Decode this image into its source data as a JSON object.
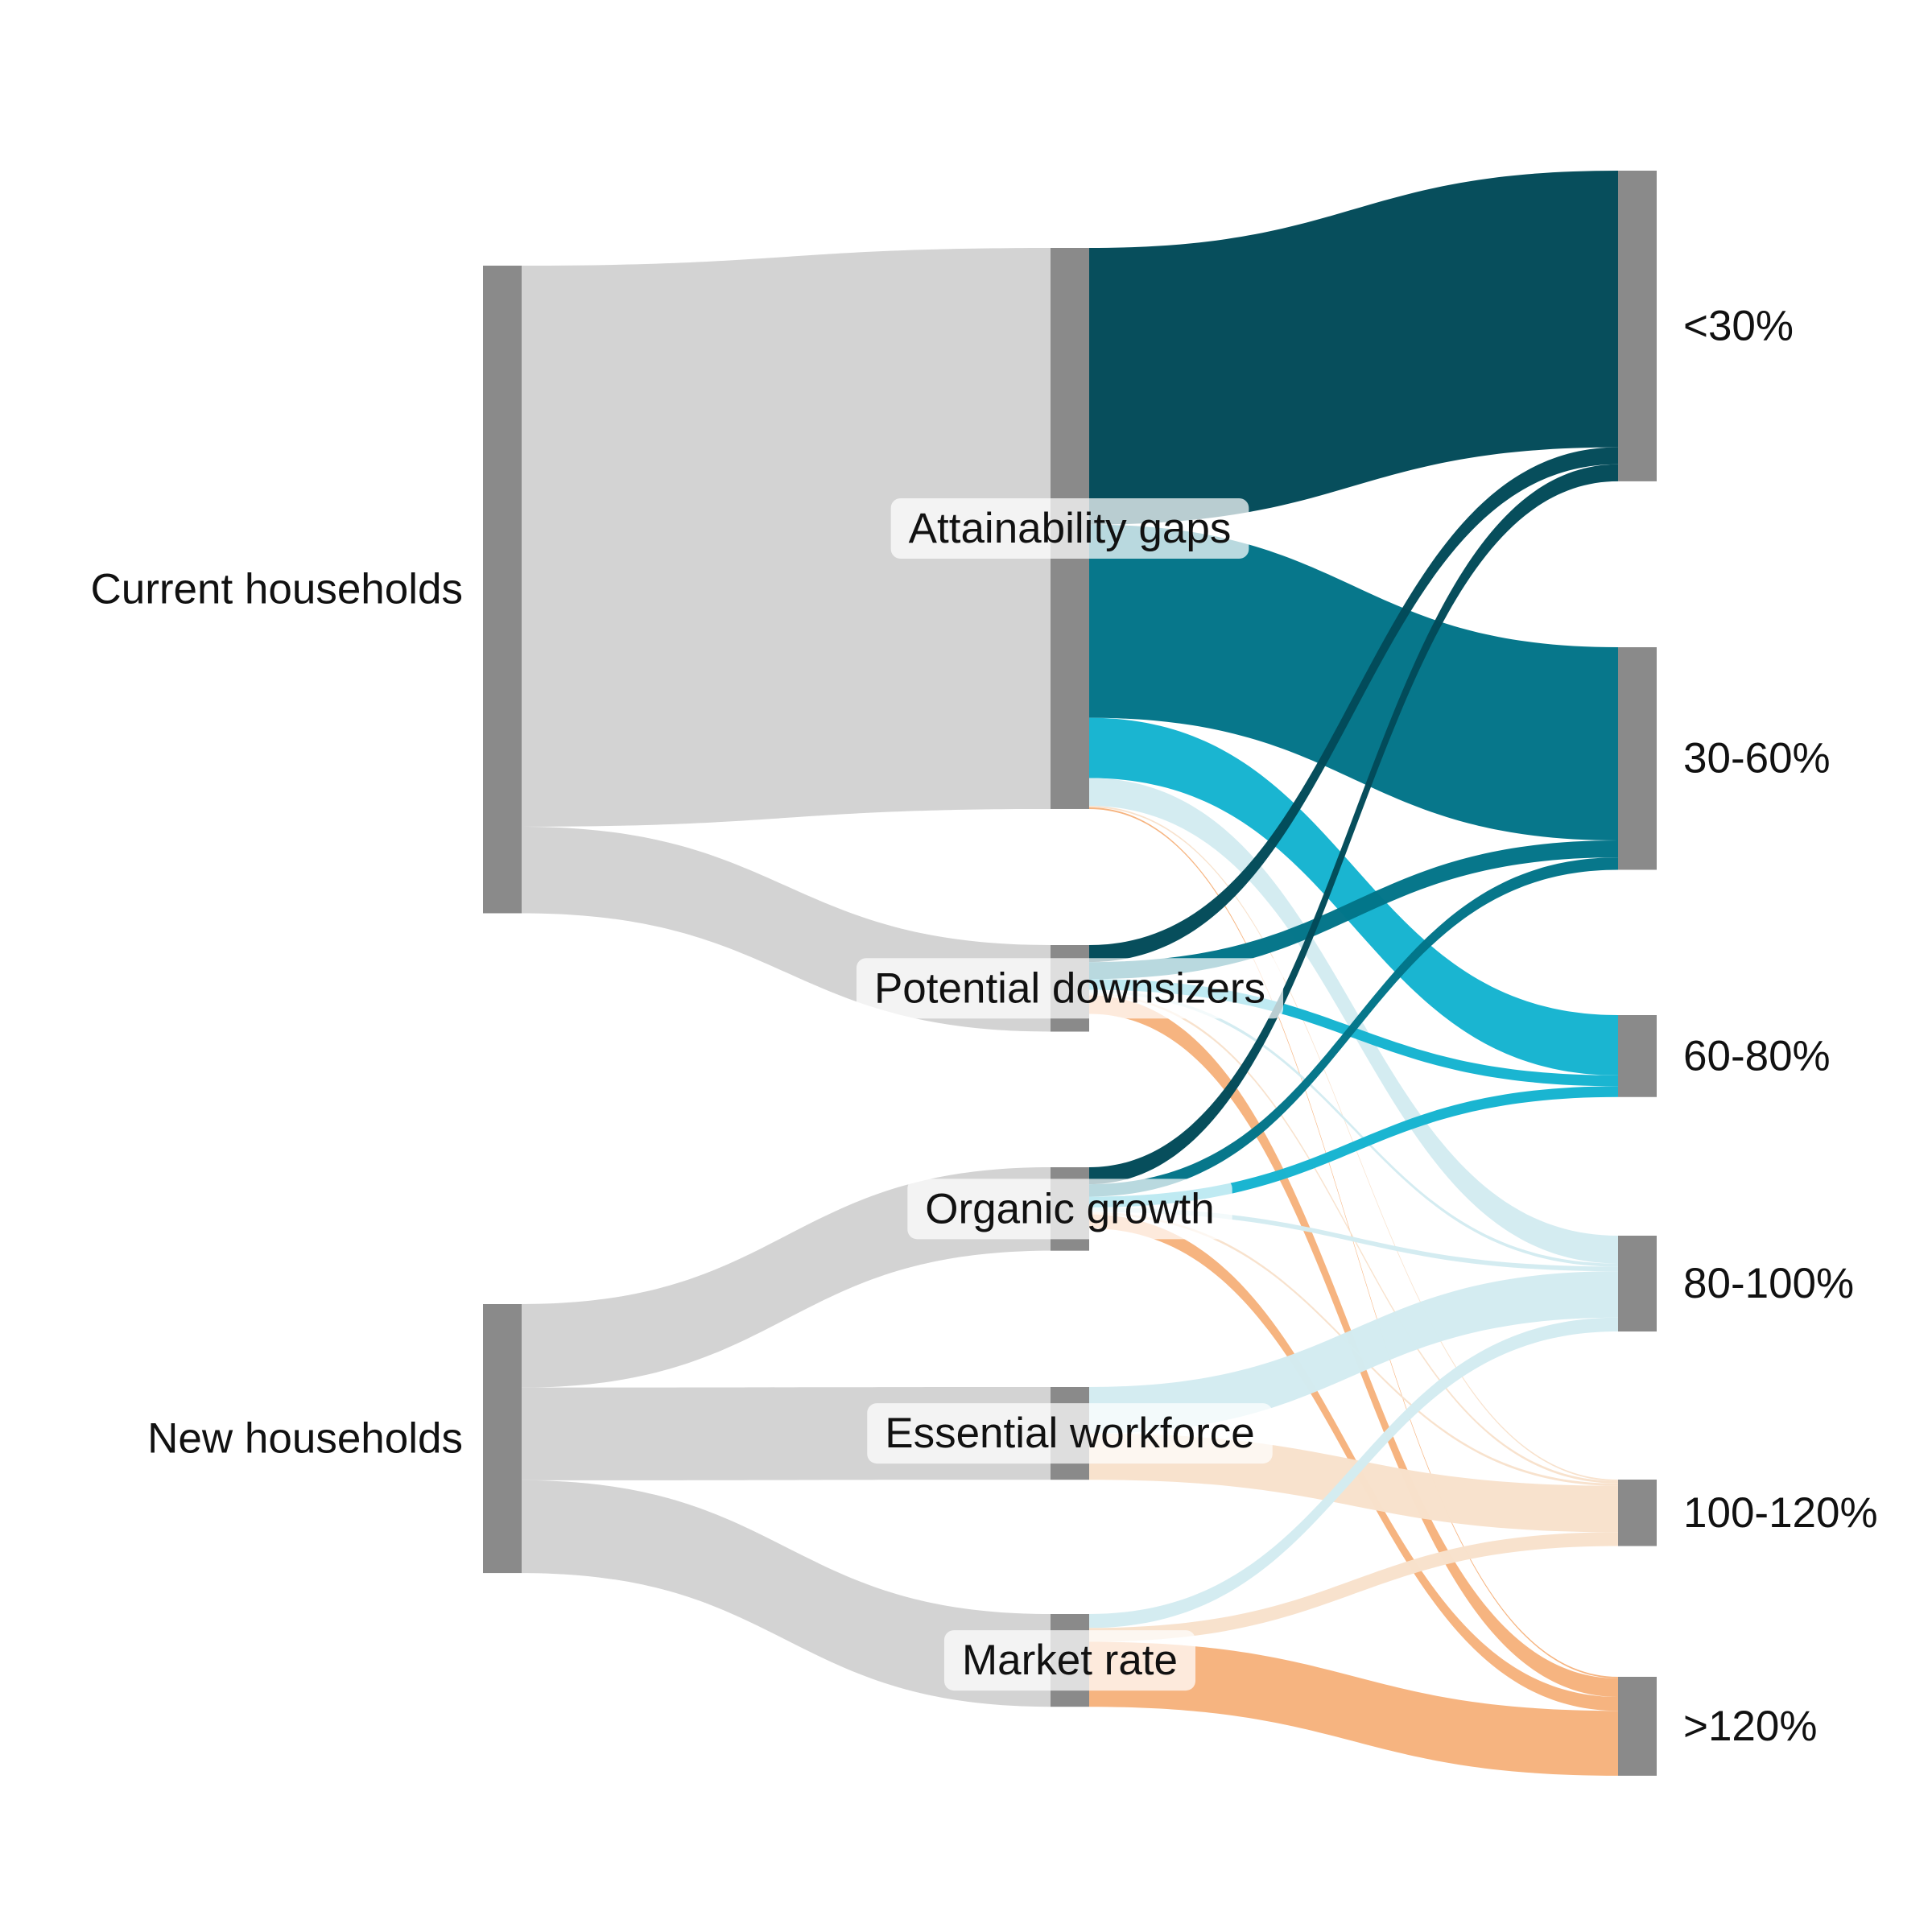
{
  "nodes": {
    "current": "Current households",
    "new": "New households",
    "attain": "Attainability gaps",
    "down": "Potential downsizers",
    "organic": "Organic growth",
    "essential": "Essential workforce",
    "market": "Market rate",
    "lt30": "<30%",
    "p30_60": "30-60%",
    "p60_80": "60-80%",
    "p80_100": "80-100%",
    "p100_120": "100-120%",
    "gt120": ">120%"
  },
  "colors": {
    "node": "#8a8a8a",
    "source_link": "#d3d3d3",
    "lt30": "#024a59",
    "p30_60": "#027489",
    "p60_80": "#15b4d0",
    "p80_100": "#d3ecf1",
    "p100_120": "#f8e1cc",
    "gt120": "#f6b37d"
  },
  "flows": [
    {
      "source": "current",
      "target": "attain",
      "value": 726
    },
    {
      "source": "current",
      "target": "down",
      "value": 112
    },
    {
      "source": "new",
      "target": "organic",
      "value": 108
    },
    {
      "source": "new",
      "target": "essential",
      "value": 120
    },
    {
      "source": "new",
      "target": "market",
      "value": 120
    },
    {
      "source": "attain",
      "target": "lt30",
      "value": 358
    },
    {
      "source": "attain",
      "target": "p30_60",
      "value": 250
    },
    {
      "source": "attain",
      "target": "p60_80",
      "value": 78
    },
    {
      "source": "attain",
      "target": "p80_100",
      "value": 36
    },
    {
      "source": "attain",
      "target": "p100_120",
      "value": 2
    },
    {
      "source": "attain",
      "target": "gt120",
      "value": 2
    },
    {
      "source": "down",
      "target": "lt30",
      "value": 22
    },
    {
      "source": "down",
      "target": "p30_60",
      "value": 22
    },
    {
      "source": "down",
      "target": "p60_80",
      "value": 14
    },
    {
      "source": "down",
      "target": "p80_100",
      "value": 4
    },
    {
      "source": "down",
      "target": "p100_120",
      "value": 3
    },
    {
      "source": "down",
      "target": "gt120",
      "value": 24
    },
    {
      "source": "organic",
      "target": "lt30",
      "value": 22
    },
    {
      "source": "organic",
      "target": "p30_60",
      "value": 16
    },
    {
      "source": "organic",
      "target": "p60_80",
      "value": 14
    },
    {
      "source": "organic",
      "target": "p80_100",
      "value": 6
    },
    {
      "source": "organic",
      "target": "p100_120",
      "value": 3
    },
    {
      "source": "organic",
      "target": "gt120",
      "value": 18
    },
    {
      "source": "essential",
      "target": "p80_100",
      "value": 60
    },
    {
      "source": "essential",
      "target": "p100_120",
      "value": 60
    },
    {
      "source": "market",
      "target": "p80_100",
      "value": 18
    },
    {
      "source": "market",
      "target": "p100_120",
      "value": 18
    },
    {
      "source": "market",
      "target": "gt120",
      "value": 84
    }
  ]
}
